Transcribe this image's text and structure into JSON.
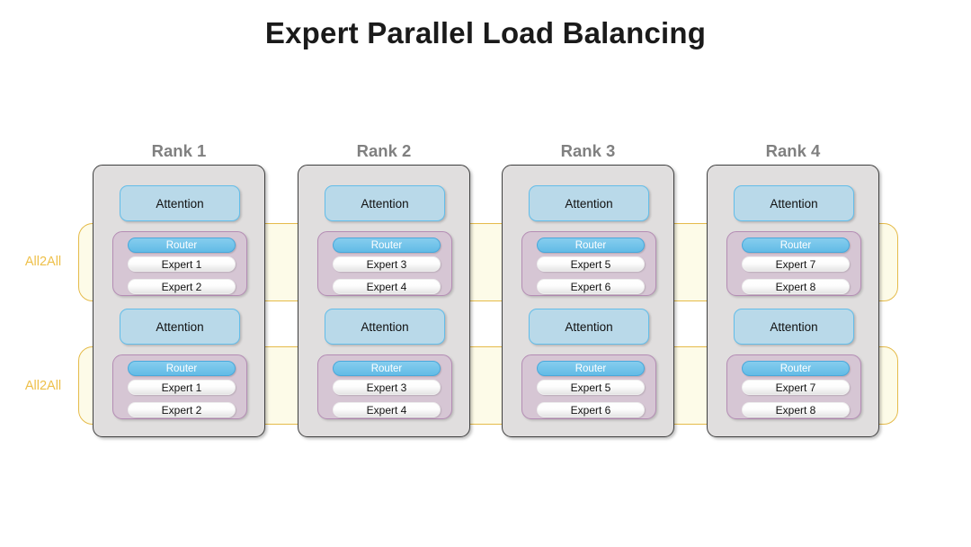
{
  "title": "Expert Parallel Load Balancing",
  "colors": {
    "title_text": "#1a1a1a",
    "rank_label": "#808080",
    "column_fill": "#e0dede",
    "column_border": "#3f3f3f",
    "attention_fill": "#b9d9e9",
    "attention_border": "#63bde9",
    "moe_fill": "#d6c6d4",
    "moe_border": "#b48cb4",
    "router_fill": "#62bbe6",
    "router_text": "#ffffff",
    "expert_fill": "#ffffff",
    "a2a_band_fill": "#fdfbe8",
    "a2a_band_border": "#e5bb4a",
    "a2a_label_text": "#eec04a"
  },
  "all2all_bands": [
    {
      "label": "All2All"
    },
    {
      "label": "All2All"
    }
  ],
  "ranks": [
    {
      "label": "Rank 1",
      "blocks": [
        {
          "attention": "Attention",
          "router": "Router",
          "experts": [
            "Expert 1",
            "Expert 2"
          ]
        },
        {
          "attention": "Attention",
          "router": "Router",
          "experts": [
            "Expert 1",
            "Expert 2"
          ]
        }
      ]
    },
    {
      "label": "Rank 2",
      "blocks": [
        {
          "attention": "Attention",
          "router": "Router",
          "experts": [
            "Expert 3",
            "Expert 4"
          ]
        },
        {
          "attention": "Attention",
          "router": "Router",
          "experts": [
            "Expert 3",
            "Expert 4"
          ]
        }
      ]
    },
    {
      "label": "Rank 3",
      "blocks": [
        {
          "attention": "Attention",
          "router": "Router",
          "experts": [
            "Expert 5",
            "Expert 6"
          ]
        },
        {
          "attention": "Attention",
          "router": "Router",
          "experts": [
            "Expert 5",
            "Expert 6"
          ]
        }
      ]
    },
    {
      "label": "Rank 4",
      "blocks": [
        {
          "attention": "Attention",
          "router": "Router",
          "experts": [
            "Expert 7",
            "Expert 8"
          ]
        },
        {
          "attention": "Attention",
          "router": "Router",
          "experts": [
            "Expert 7",
            "Expert 8"
          ]
        }
      ]
    }
  ]
}
